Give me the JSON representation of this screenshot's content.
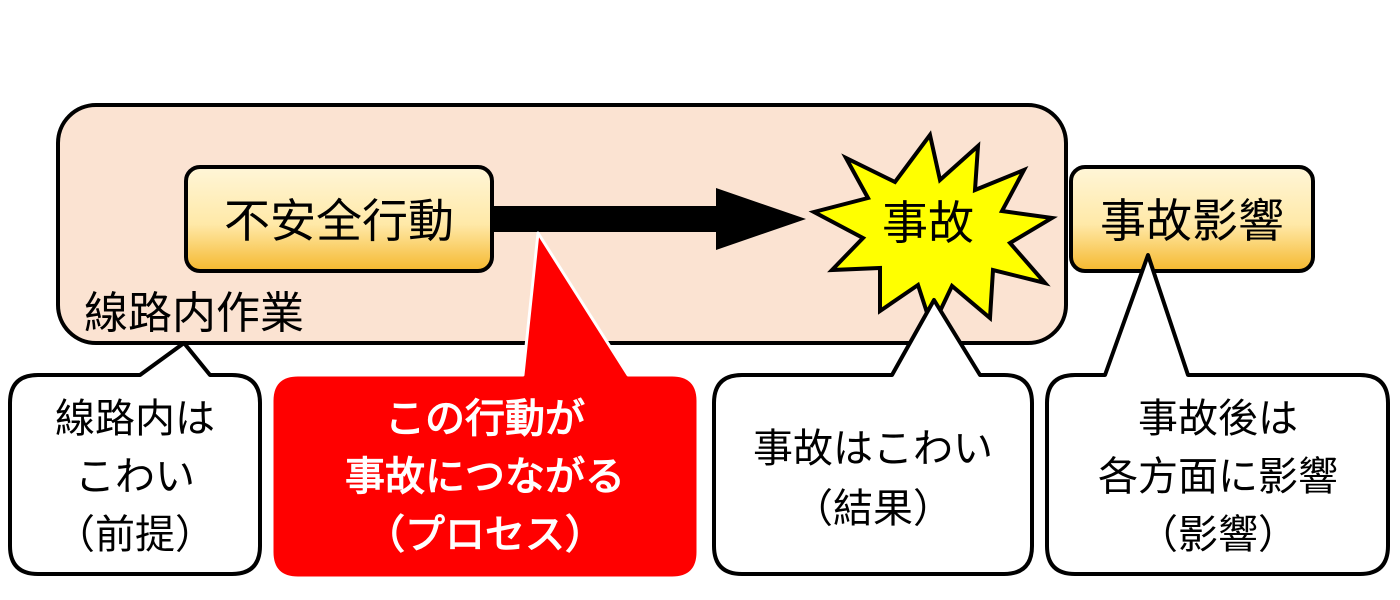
{
  "zone": {
    "label": "線路内作業",
    "fill": "#fbe3d2",
    "stroke": "#000000"
  },
  "nodes": {
    "unsafe_action": {
      "label": "不安全行動",
      "fill_top": "#fff6d8",
      "fill_bottom": "#f5b82e"
    },
    "accident": {
      "label": "事故",
      "fill": "#ffff00"
    },
    "impact": {
      "label": "事故影響",
      "fill_top": "#fff6d8",
      "fill_bottom": "#f5b82e"
    }
  },
  "callouts": {
    "premise": {
      "lines": [
        "線路内は",
        "こわい",
        "（前提）"
      ]
    },
    "process": {
      "lines": [
        "この行動が",
        "事故につながる",
        "（プロセス）"
      ],
      "fill": "#ff0000",
      "text_color": "#ffffff"
    },
    "result": {
      "lines": [
        "事故はこわい",
        "（結果）"
      ]
    },
    "influence": {
      "lines": [
        "事故後は",
        "各方面に影響",
        "（影響）"
      ]
    }
  }
}
